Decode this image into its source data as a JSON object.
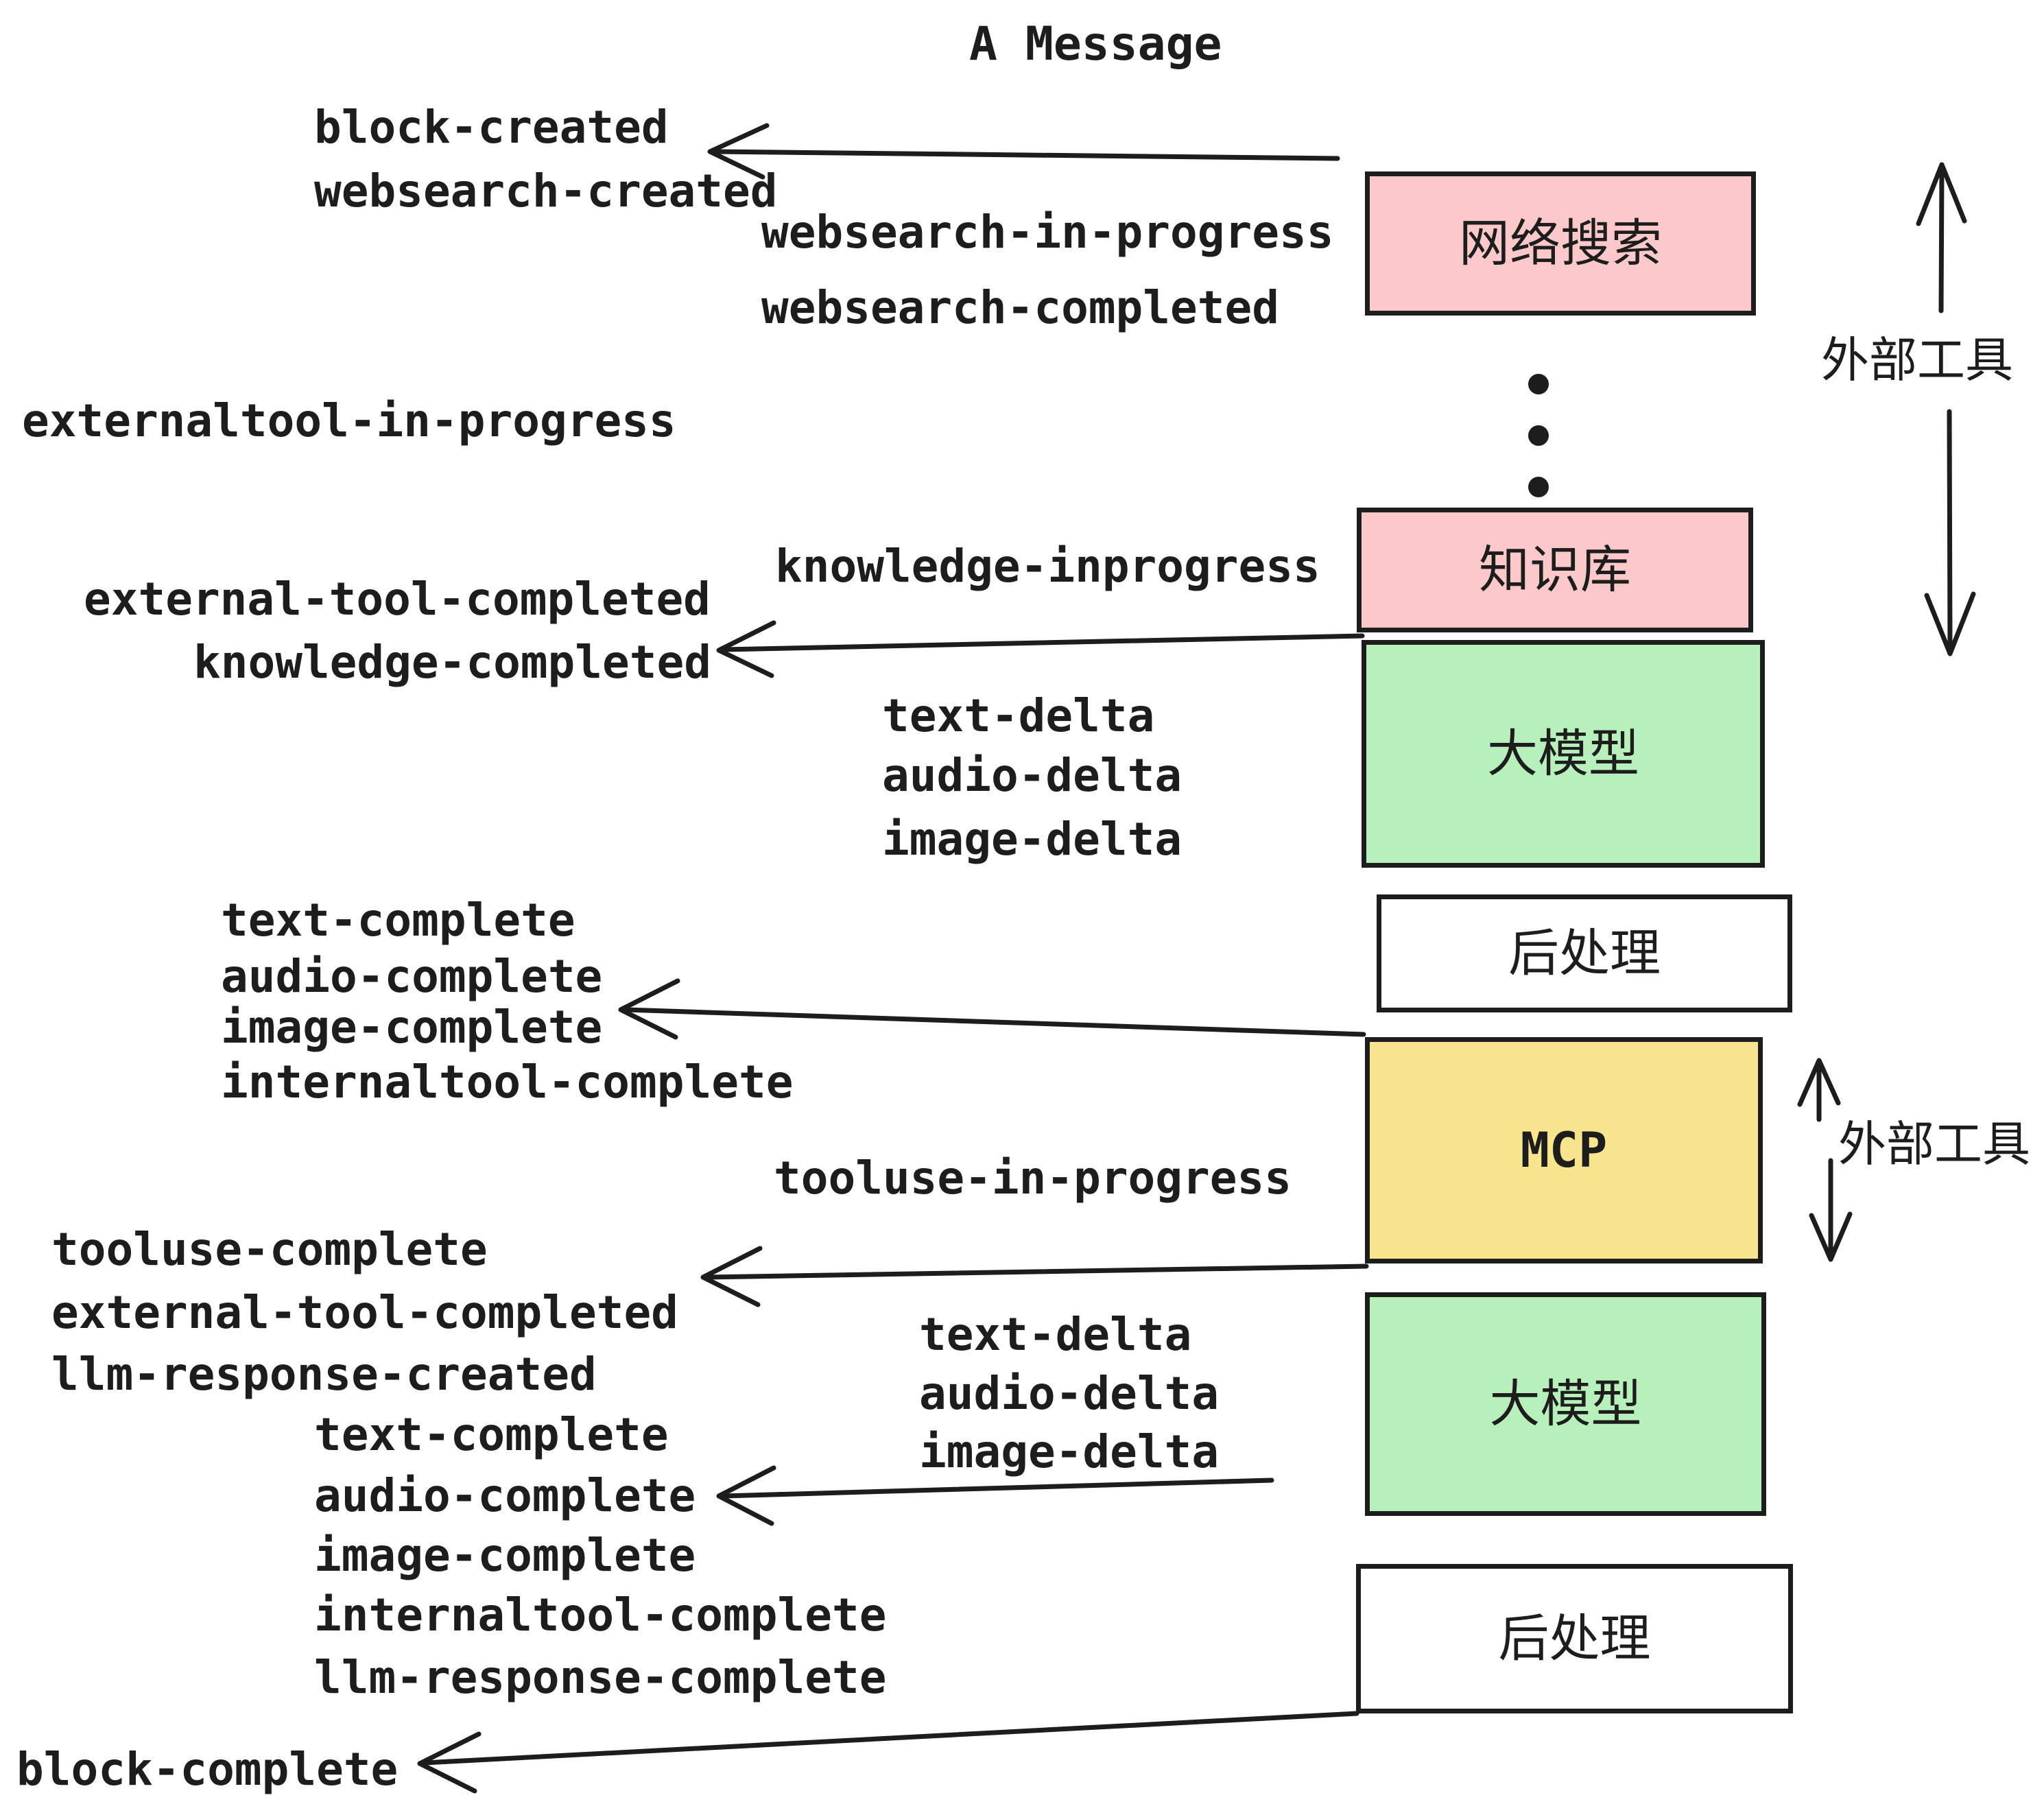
{
  "title": "A Message",
  "colors": {
    "ink": "#1d1d1d",
    "pink": "#fbc9c9",
    "green": "#b7f0ba",
    "yellow": "#fae58f",
    "white": "#ffffff",
    "background": "#ffffff"
  },
  "boxes": {
    "websearch": "网络搜索",
    "knowledge": "知识库",
    "llm": "大模型",
    "post": "后处理",
    "mcp": "MCP"
  },
  "side_labels": {
    "external_tools": "外部工具"
  },
  "events": {
    "block_created": "block-created",
    "websearch_created": "websearch-created",
    "websearch_in_progress": "websearch-in-progress",
    "websearch_completed": "websearch-completed",
    "externaltool_in_progress": "externaltool-in-progress",
    "knowledge_inprogress": "knowledge-inprogress",
    "external_tool_completed": "external-tool-completed",
    "knowledge_completed": "knowledge-completed",
    "text_delta": "text-delta",
    "audio_delta": "audio-delta",
    "image_delta": "image-delta",
    "text_complete": "text-complete",
    "audio_complete": "audio-complete",
    "image_complete": "image-complete",
    "internaltool_complete": "internaltool-complete",
    "tooluse_in_progress": "tooluse-in-progress",
    "tooluse_complete": "tooluse-complete",
    "llm_response_created": "llm-response-created",
    "llm_response_complete": "llm-response-complete",
    "block_complete": "block-complete"
  }
}
